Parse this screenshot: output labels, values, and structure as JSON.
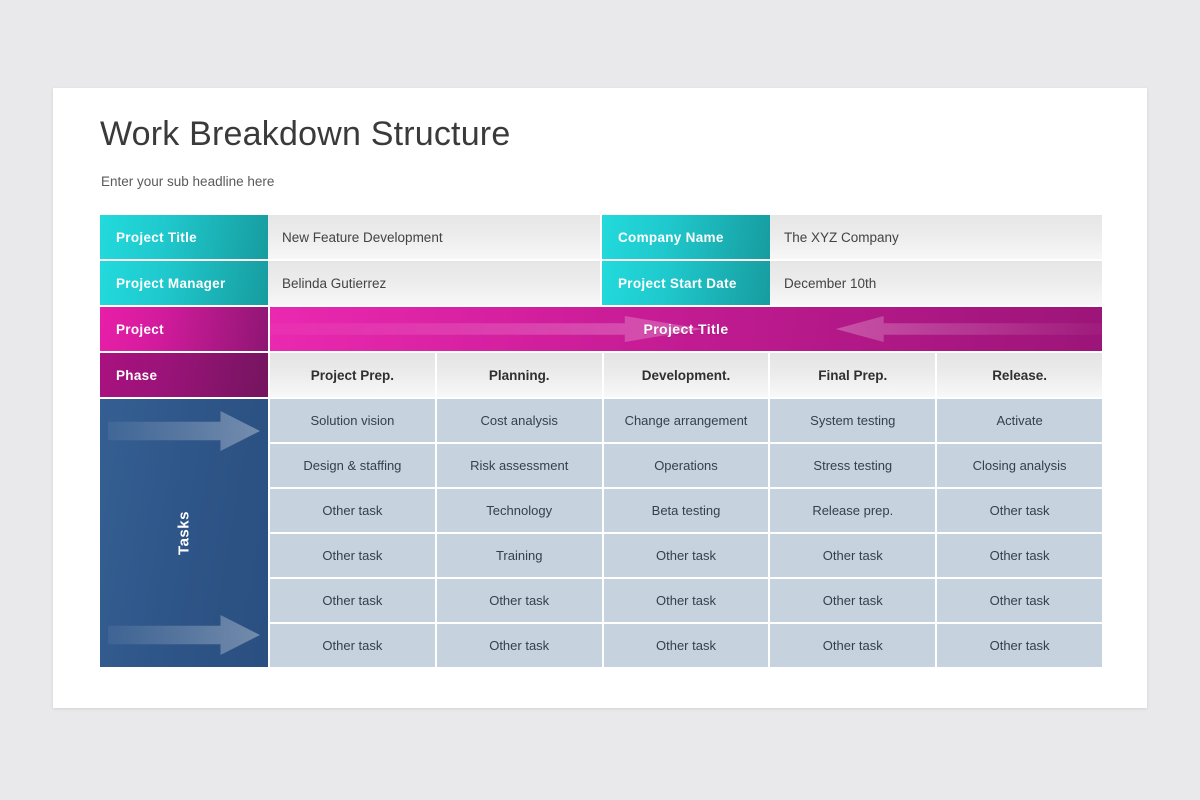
{
  "slide": {
    "title": "Work Breakdown Structure",
    "subtitle": "Enter your sub headline here"
  },
  "info": {
    "rows": [
      {
        "left_label": "Project Title",
        "left_value": "New Feature Development",
        "right_label": "Company  Name",
        "right_value": "The XYZ Company"
      },
      {
        "left_label": "Project Manager",
        "left_value": "Belinda Gutierrez",
        "right_label": "Project Start Date",
        "right_value": "December 10th"
      }
    ]
  },
  "project_band": {
    "label": "Project",
    "caption": "Project Title"
  },
  "phase": {
    "label": "Phase",
    "columns": [
      "Project Prep.",
      "Planning.",
      "Development.",
      "Final Prep.",
      "Release."
    ]
  },
  "tasks": {
    "label": "Tasks",
    "rows": [
      [
        "Solution vision",
        "Cost analysis",
        "Change arrangement",
        "System testing",
        "Activate"
      ],
      [
        "Design & staffing",
        "Risk assessment",
        "Operations",
        "Stress testing",
        "Closing analysis"
      ],
      [
        "Other task",
        "Technology",
        "Beta testing",
        "Release prep.",
        "Other task"
      ],
      [
        "Other task",
        "Training",
        "Other task",
        "Other task",
        "Other task"
      ],
      [
        "Other task",
        "Other task",
        "Other task",
        "Other task",
        "Other task"
      ],
      [
        "Other task",
        "Other task",
        "Other task",
        "Other task",
        "Other task"
      ]
    ]
  },
  "colors": {
    "page_background": "#e9e9eb",
    "card_background": "#ffffff",
    "teal_light": "#22dadc",
    "teal_dark": "#179c9f",
    "magenta_light": "#ea29b0",
    "magenta_dark": "#9c1579",
    "purple_dark": "#74155f",
    "blue_sidebar": "#2f5689",
    "task_cell": "#c6d2de",
    "value_cell": "#ececec",
    "title_text": "#3a3a3a"
  }
}
